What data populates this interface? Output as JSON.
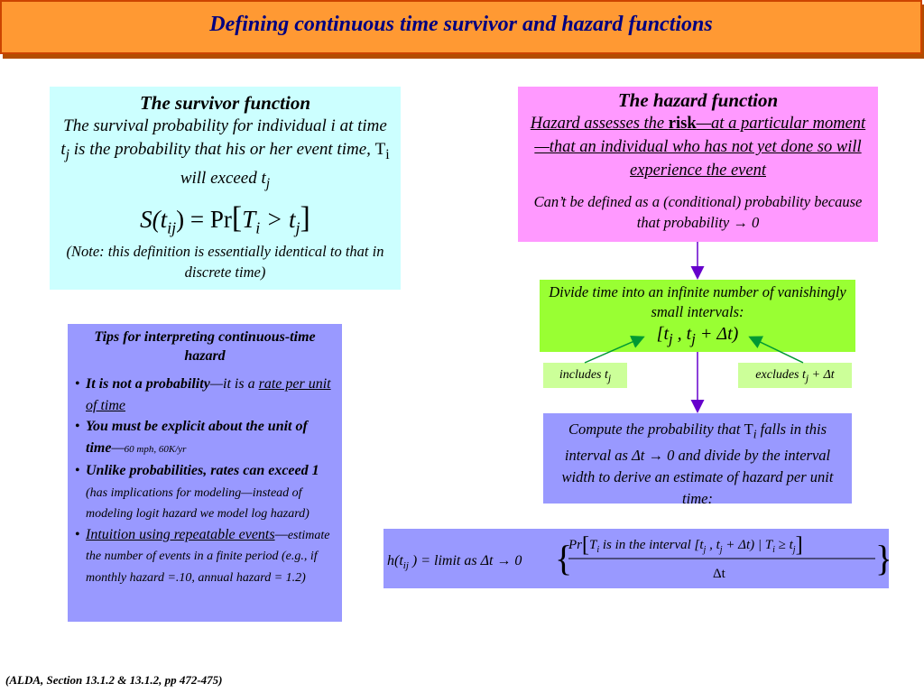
{
  "title": "Defining continuous time survivor and hazard functions",
  "survivor": {
    "heading": "The survivor function",
    "body_1": "The survival probability for individual i at time t",
    "body_sub_j": "j",
    "body_2": " is the probability that his or her event time, ",
    "body_T": "T",
    "body_sub_i": "i",
    "body_3": " will exceed t",
    "body_sub_j2": "j",
    "equation": {
      "lhs": "S(t",
      "lhs_sub": "ij",
      "lhs_close": ") = Pr",
      "bracket_open": "[",
      "T": "T",
      "T_sub": "i",
      "op": " > t",
      "t_sub": "j",
      "bracket_close": "]"
    },
    "note": "(Note: this definition is essentially identical to that in discrete time)"
  },
  "hazard": {
    "heading": "The hazard function",
    "body_1": "Hazard assesses the ",
    "body_bold": "risk",
    "body_2": "—at a particular moment—that an individual who has not yet done so will experience the event",
    "note": "Can’t be defined as a (conditional) probability because that probability → 0"
  },
  "divide": {
    "text": "Divide time into an infinite number of vanishingly small intervals:",
    "interval_open": "[t",
    "sub_j1": "j",
    "comma": " , t",
    "sub_j2": "j",
    "plus": " + Δt)"
  },
  "includes": {
    "text": "includes t",
    "sub": "j"
  },
  "excludes": {
    "text": "excludes t",
    "sub": "j",
    "rest": " + Δt"
  },
  "compute": {
    "text_1": "Compute the probability that ",
    "T": "T",
    "sub_i": "i",
    "text_2": " falls in this interval as Δt → 0 and divide by the interval width to derive an estimate of hazard per unit time:"
  },
  "formula": {
    "lhs": "h(t",
    "lhs_sub": "ij",
    "lhs_rest": " ) = limit as Δt → 0",
    "numerator_1": "Pr",
    "numerator_T": "T",
    "numerator_Tsub": "i",
    "numerator_2": " is in the interval  [t",
    "numerator_sub1": "j",
    "numerator_3": " , t",
    "numerator_sub2": "j",
    "numerator_4": " + Δt) | T",
    "numerator_sub3": "i",
    "numerator_5": " ≥ t",
    "numerator_sub4": "j",
    "denominator": "Δt"
  },
  "tips": {
    "heading": "Tips for interpreting continuous-time hazard",
    "items": [
      {
        "bold": "It is not a probability",
        "rest_1": "—it is a ",
        "underline": "rate per unit of time"
      },
      {
        "bold": "You must be explicit about the unit of time",
        "rest_1": "—",
        "small": "60 mph, 60K/yr"
      },
      {
        "bold": "Unlike probabilities, rates can exceed 1",
        "small": " (has implications for modeling—instead of modeling logit hazard we model log hazard)"
      },
      {
        "underline": "Intuition using repeatable events",
        "rest_1": "—",
        "small": "estimate the number of events in a finite period (e.g., if monthly hazard =.10, annual hazard = 1.2)"
      }
    ]
  },
  "footer": "(ALDA, Section 13.1.2 & 13.1.2, pp 472-475)",
  "colors": {
    "title_bar": "#ff9933",
    "title_text": "#000080",
    "survivor_bg": "#ccffff",
    "hazard_bg": "#ff99ff",
    "green_bg": "#99ff33",
    "light_green_bg": "#ccff99",
    "blue_bg": "#9999ff",
    "arrow": "#6600cc"
  }
}
